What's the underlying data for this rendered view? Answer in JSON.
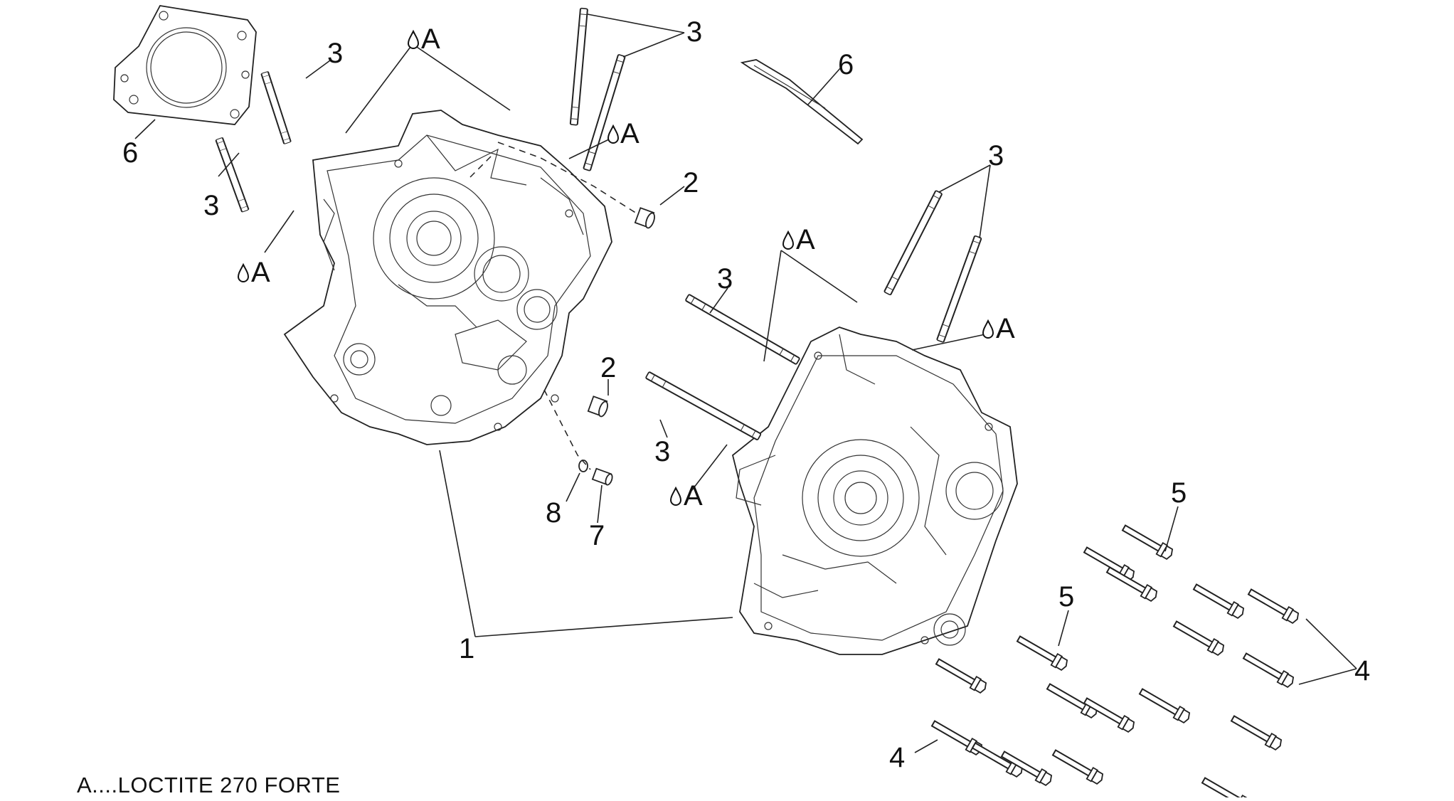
{
  "labels": {
    "crankcase": "1",
    "bush": "2",
    "stud": "3",
    "screw": "4",
    "screw_long": "5",
    "gasket": "6",
    "pin": "7",
    "oring": "8",
    "loctite_marker": "A"
  },
  "footnote": "A....LOCTITE 270 FORTE"
}
